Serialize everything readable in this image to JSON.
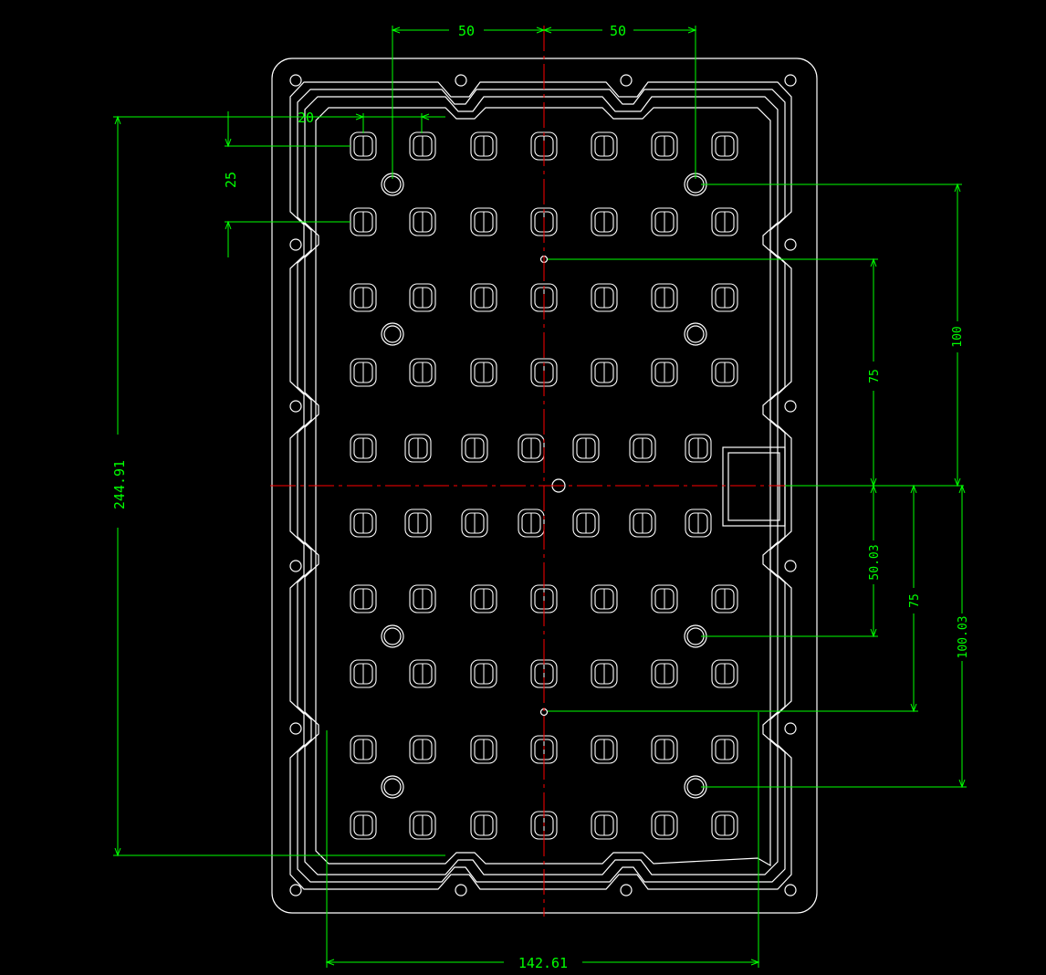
{
  "colors": {
    "background": "#000000",
    "outline": "#ffffff",
    "dimension": "#00ff00",
    "centerline": "#ff0000"
  },
  "dimensions": {
    "top_left_spacing": "50",
    "top_right_spacing": "50",
    "cell_width": "20",
    "row_pitch": "25",
    "overall_height": "244.91",
    "overall_width": "142.61",
    "right_upper_100": "100",
    "right_upper_75": "75",
    "right_lower_50": "50.03",
    "right_lower_75": "75",
    "right_lower_100": "100.03"
  }
}
